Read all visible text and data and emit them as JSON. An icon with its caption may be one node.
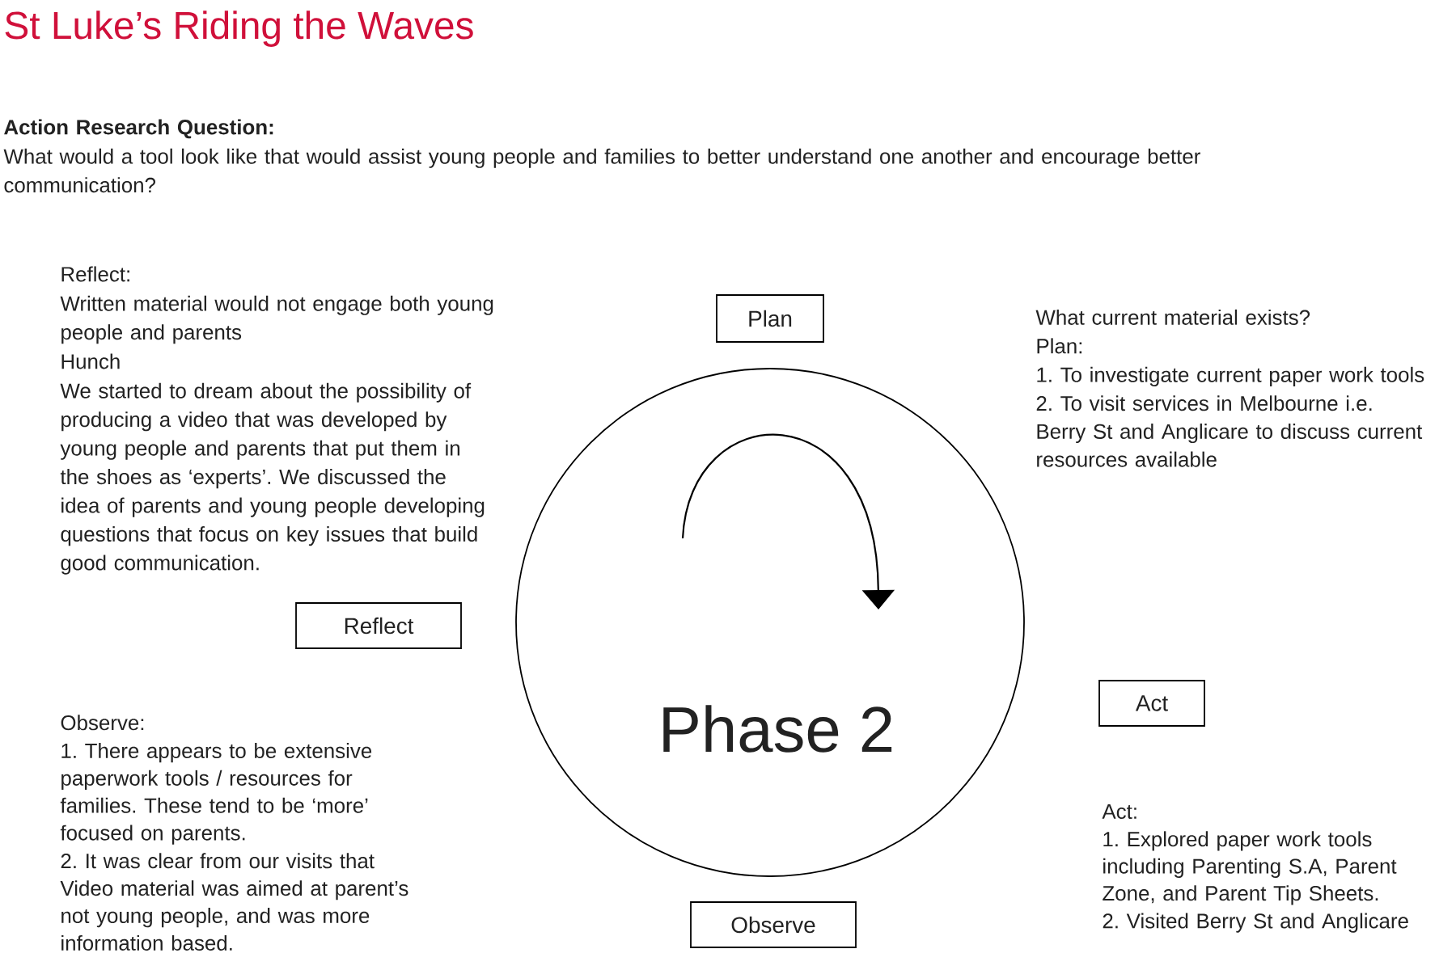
{
  "diagram": {
    "title": "St Luke’s Riding the Waves",
    "nodes": [
      {
        "text": [
          "Plan"
        ]
      },
      {
        "text": [
          "Phase 2"
        ]
      },
      {
        "text": [
          "Reflect"
        ]
      },
      {
        "text": [
          "Act"
        ]
      },
      {
        "text": [
          "Observe"
        ]
      }
    ],
    "labels": [
      "Action Research Question:",
      "What would a tool look like that would assist young people and families to better understand one another and encourage better communication?",
      "Reflect:",
      "Written material would not engage both young people and parents",
      "Hunch",
      "We started to dream about the possibility of producing a video that was developed by young people and parents that put them in the shoes as ‘experts’. We discussed the idea of parents and young people developing questions that focus on key issues that build good communication.",
      "What current material exists?",
      "Plan:",
      "1. To investigate current paper work tools",
      "2. To visit services in Melbourne i.e. Berry St and Anglicare to discuss current resources available",
      "Observe:",
      "1. There appears to be extensive paperwork tools / resources for families. These tend to be ‘more’ focused on parents.",
      "2. It was clear from our visits that Video material was aimed at parent’s not young people, and was more information based.",
      "Act:",
      "1. Explored paper work tools including Parenting S.A, Parent Zone, and Parent Tip Sheets.",
      "2. Visited Berry St and Anglicare"
    ]
  }
}
